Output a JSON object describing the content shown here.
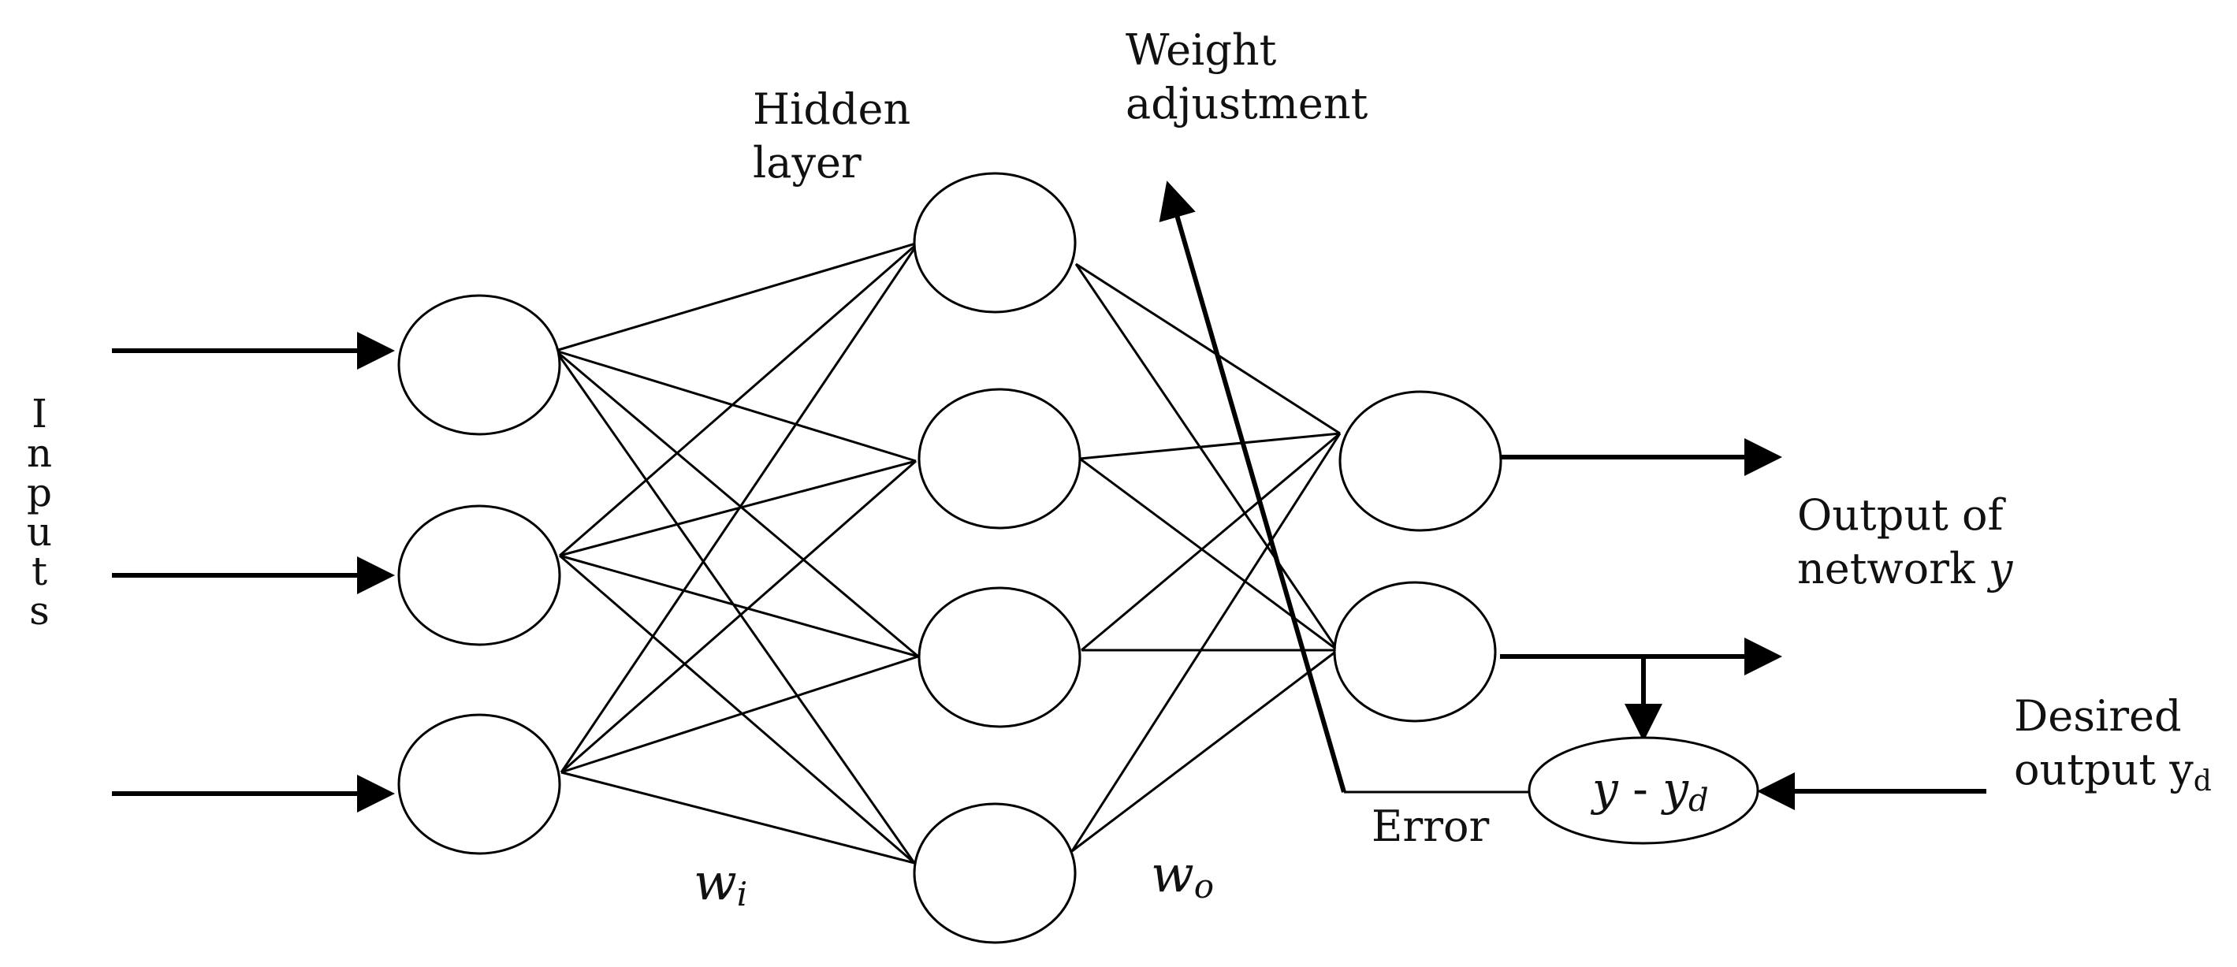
{
  "labels": {
    "inputs": "Inputs",
    "hidden_layer": "Hidden\nlayer",
    "weight_adjustment": "Weight\nadjustment",
    "output_prefix": "Output of\nnetwork",
    "output_var": "y",
    "desired_prefix": "Desired\noutput y",
    "desired_sub": "d",
    "error": "Error",
    "wi_base": "w",
    "wi_sub": "i",
    "wo_base": "w",
    "wo_sub": "o",
    "err_y": "y",
    "err_minus": " - ",
    "err_yd": "y",
    "err_sub": "d"
  },
  "colors": {
    "stroke": "#000000",
    "background": "#ffffff"
  },
  "layers": {
    "input_nodes": 3,
    "hidden_nodes": 4,
    "output_nodes": 2
  }
}
